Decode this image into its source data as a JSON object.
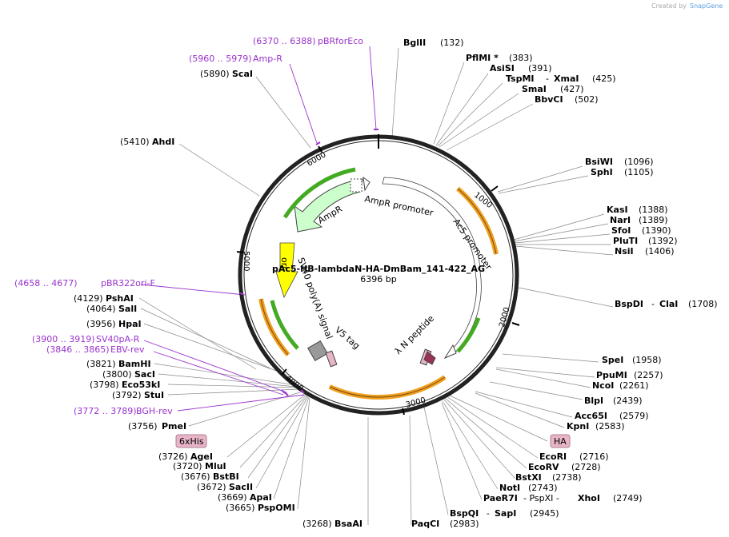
{
  "header": {
    "created_by": "Created by",
    "app_name": "SnapGene"
  },
  "plasmid": {
    "name": "pAc5-HB-lambdaN-HA-DmBam_141-422_AG",
    "length_label": "6396 bp"
  },
  "tick_labels": [
    "1000",
    "2000",
    "3000",
    "4000",
    "5000",
    "6000"
  ],
  "feature_labels": {
    "ampr": "AmpR",
    "ampr_promoter": "AmpR promoter",
    "ac5_promoter": "Ac5 promoter",
    "ori": "ori",
    "sv40": "SV40 poly(A) signal",
    "v5": "V5 tag",
    "lambda_n": "λ N peptide"
  },
  "tags": {
    "his": "6xHis",
    "ha": "HA"
  },
  "primers": {
    "pbrforeco": {
      "pos": "(6370 .. 6388)",
      "name": "pBRforEco"
    },
    "ampr": {
      "pos": "(5960 .. 5979)",
      "name": "Amp-R"
    },
    "pbr322ori": {
      "pos": "(4658 .. 4677)",
      "name": "pBR322ori-F"
    },
    "sv40pa": {
      "pos": "(3900 .. 3919)",
      "name": "SV40pA-R"
    },
    "ebv": {
      "pos": "(3846 .. 3865)",
      "name": "EBV-rev"
    },
    "bgh": {
      "pos": "(3772 .. 3789)",
      "name": "BGH-rev"
    }
  },
  "sites": {
    "bglii": {
      "name": "BglII",
      "pos": "(132)"
    },
    "pflmi": {
      "name": "PflMI *",
      "pos": "(383)"
    },
    "asisi": {
      "name": "AsiSI",
      "pos": "(391)"
    },
    "tspmi": {
      "name": "TspMI",
      "sep": "-",
      "name2": "XmaI",
      "pos": "(425)"
    },
    "smai": {
      "name": "SmaI",
      "pos": "(427)"
    },
    "bbvci": {
      "name": "BbvCI",
      "pos": "(502)"
    },
    "bsiwi": {
      "name": "BsiWI",
      "pos": "(1096)"
    },
    "sphi": {
      "name": "SphI",
      "pos": "(1105)"
    },
    "kasi": {
      "name": "KasI",
      "pos": "(1388)"
    },
    "nari": {
      "name": "NarI",
      "pos": "(1389)"
    },
    "sfoi": {
      "name": "SfoI",
      "pos": "(1390)"
    },
    "pluti": {
      "name": "PluTI",
      "pos": "(1392)"
    },
    "nsii": {
      "name": "NsiI",
      "pos": "(1406)"
    },
    "bspdi": {
      "name": "BspDI",
      "sep": "-",
      "name2": "ClaI",
      "pos": "(1708)"
    },
    "spei": {
      "name": "SpeI",
      "pos": "(1958)"
    },
    "ppumi": {
      "name": "PpuMI",
      "pos": "(2257)"
    },
    "ncoi": {
      "name": "NcoI",
      "pos": "(2261)"
    },
    "blpi": {
      "name": "BlpI",
      "pos": "(2439)"
    },
    "acc65i": {
      "name": "Acc65I",
      "pos": "(2579)"
    },
    "kpni": {
      "name": "KpnI",
      "pos": "(2583)"
    },
    "ecori": {
      "name": "EcoRI",
      "pos": "(2716)"
    },
    "ecorv": {
      "name": "EcoRV",
      "pos": "(2728)"
    },
    "bstxi": {
      "name": "BstXI",
      "pos": "(2738)"
    },
    "noti": {
      "name": "NotI",
      "pos": "(2743)"
    },
    "paer7i": {
      "name": "PaeR7I",
      "sep": "- PspXI -",
      "name2": "XhoI",
      "pos": "(2749)"
    },
    "bspqi": {
      "name": "BspQI",
      "sep": "-",
      "name2": "SapI",
      "pos": "(2945)"
    },
    "paqci": {
      "name": "PaqCI",
      "pos": "(2983)"
    },
    "bsaai": {
      "name": "BsaAI",
      "pos": "(3268)"
    },
    "pspomi": {
      "name": "PspOMI",
      "pos": "(3665)"
    },
    "apai": {
      "name": "ApaI",
      "pos": "(3669)"
    },
    "sacii": {
      "name": "SacII",
      "pos": "(3672)"
    },
    "bstbi": {
      "name": "BstBI",
      "pos": "(3676)"
    },
    "mlui": {
      "name": "MluI",
      "pos": "(3720)"
    },
    "agei": {
      "name": "AgeI",
      "pos": "(3726)"
    },
    "pmei": {
      "name": "PmeI",
      "pos": "(3756)"
    },
    "stui": {
      "name": "StuI",
      "pos": "(3792)"
    },
    "eco53ki": {
      "name": "Eco53kI",
      "pos": "(3798)"
    },
    "saci": {
      "name": "SacI",
      "pos": "(3800)"
    },
    "bamhi": {
      "name": "BamHI",
      "pos": "(3821)"
    },
    "hpai": {
      "name": "HpaI",
      "pos": "(3956)"
    },
    "sali": {
      "name": "SalI",
      "pos": "(4064)"
    },
    "pshai": {
      "name": "PshAI",
      "pos": "(4129)"
    },
    "ahdi": {
      "name": "AhdI",
      "pos": "(5410)"
    },
    "scai": {
      "name": "ScaI",
      "pos": "(5890)"
    }
  },
  "colors": {
    "backbone": "#222222",
    "primer": "#9a32cd",
    "ampr_fill": "#ccffcc",
    "ori_fill": "#ffff00",
    "orange": "#f0a020",
    "green_arrow": "#44aa22",
    "tag_fill": "#e8b4c8",
    "v5_fill": "#999999"
  }
}
